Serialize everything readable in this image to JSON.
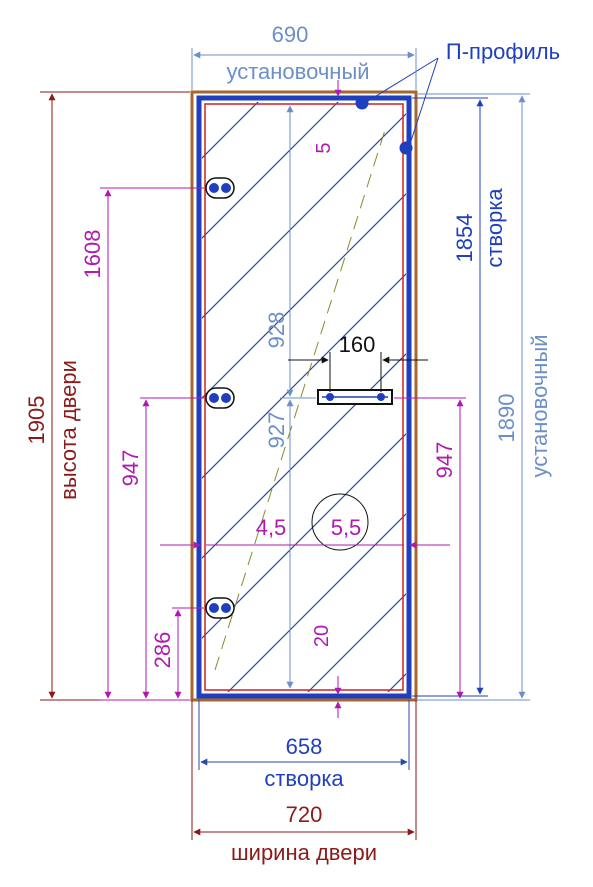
{
  "labels": {
    "profile": "П-профиль",
    "ustanovochny": "установочный",
    "stvorka": "створка",
    "vysota_dveri": "высота двери",
    "shirina_dveri": "ширина двери"
  },
  "dimensions": {
    "top_width": "690",
    "bottom_leaf_width": "658",
    "door_width": "720",
    "door_height": "1905",
    "leaf_height": "1854",
    "install_height": "1890",
    "hinge_top": "1608",
    "left_947": "947",
    "right_947": "947",
    "hinge_bottom": "286",
    "upper_928": "928",
    "lower_927": "927",
    "handle_160": "160",
    "gap_top_5": "5",
    "gap_bottom_20": "20",
    "gap_left_45": "4,5",
    "gap_right_55": "5,5"
  },
  "colors": {
    "wine": "#8b1a1a",
    "blue": "#1f3fbf",
    "light_blue": "#6b8fc9",
    "magenta": "#b01ab0",
    "frame": "#a5672e",
    "inner_red": "#d42020"
  }
}
